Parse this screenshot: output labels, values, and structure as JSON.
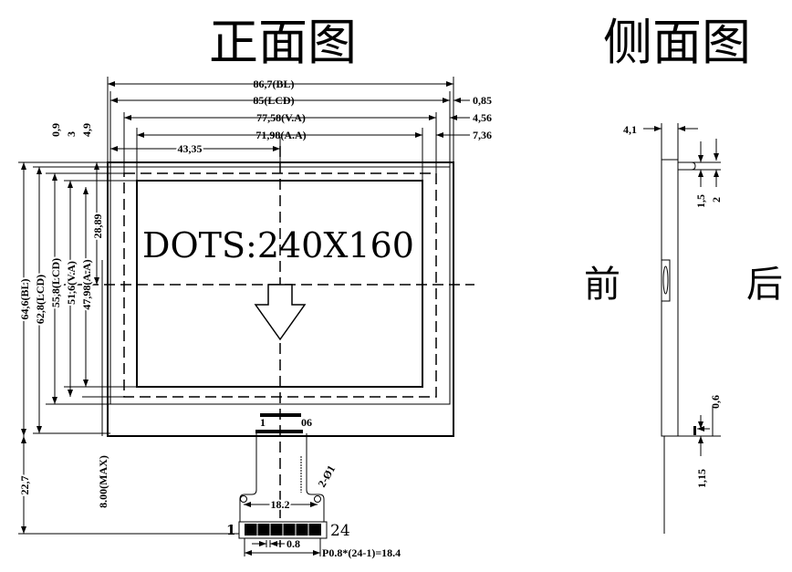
{
  "titles": {
    "front": "正面图",
    "side": "侧面图",
    "front_side_label": "前",
    "back_side_label": "后"
  },
  "display_text": "DOTS:240X160",
  "horizontal_dims": {
    "bl": "86,7(BL)",
    "lcd": "85(LCD)",
    "va": "77,58(V.A)",
    "aa": "71,98(A.A)",
    "center": "43,35",
    "offset_lcd": "0,85",
    "offset_va": "4,56",
    "offset_aa": "7,36"
  },
  "vertical_dims": {
    "bl": "64,6(BL)",
    "lcd_outer": "62,8(LCD)",
    "lcd": "55,8(LCD)",
    "va": "51,6(V.A)",
    "aa": "47,98(A.A)",
    "offset_lcd": "0,9",
    "offset_va": "3",
    "offset_aa": "4,9",
    "center": "28,89",
    "fpc_length": "22,7",
    "fpc_max": "8.00(MAX)"
  },
  "fpc": {
    "pin_first": "1",
    "pin_last_top": "06",
    "pin_first_bottom": "1",
    "pin_last_bottom": "24",
    "hole_spacing": "18.2",
    "holes": "2-Ø1",
    "pitch": "0.8",
    "pitch_formula": "P0.8*(24-1)=18.4"
  },
  "side_dims": {
    "thickness": "4,1",
    "d1": "1,5",
    "d2": "2",
    "d3": "0,6",
    "d4": "1,15"
  }
}
